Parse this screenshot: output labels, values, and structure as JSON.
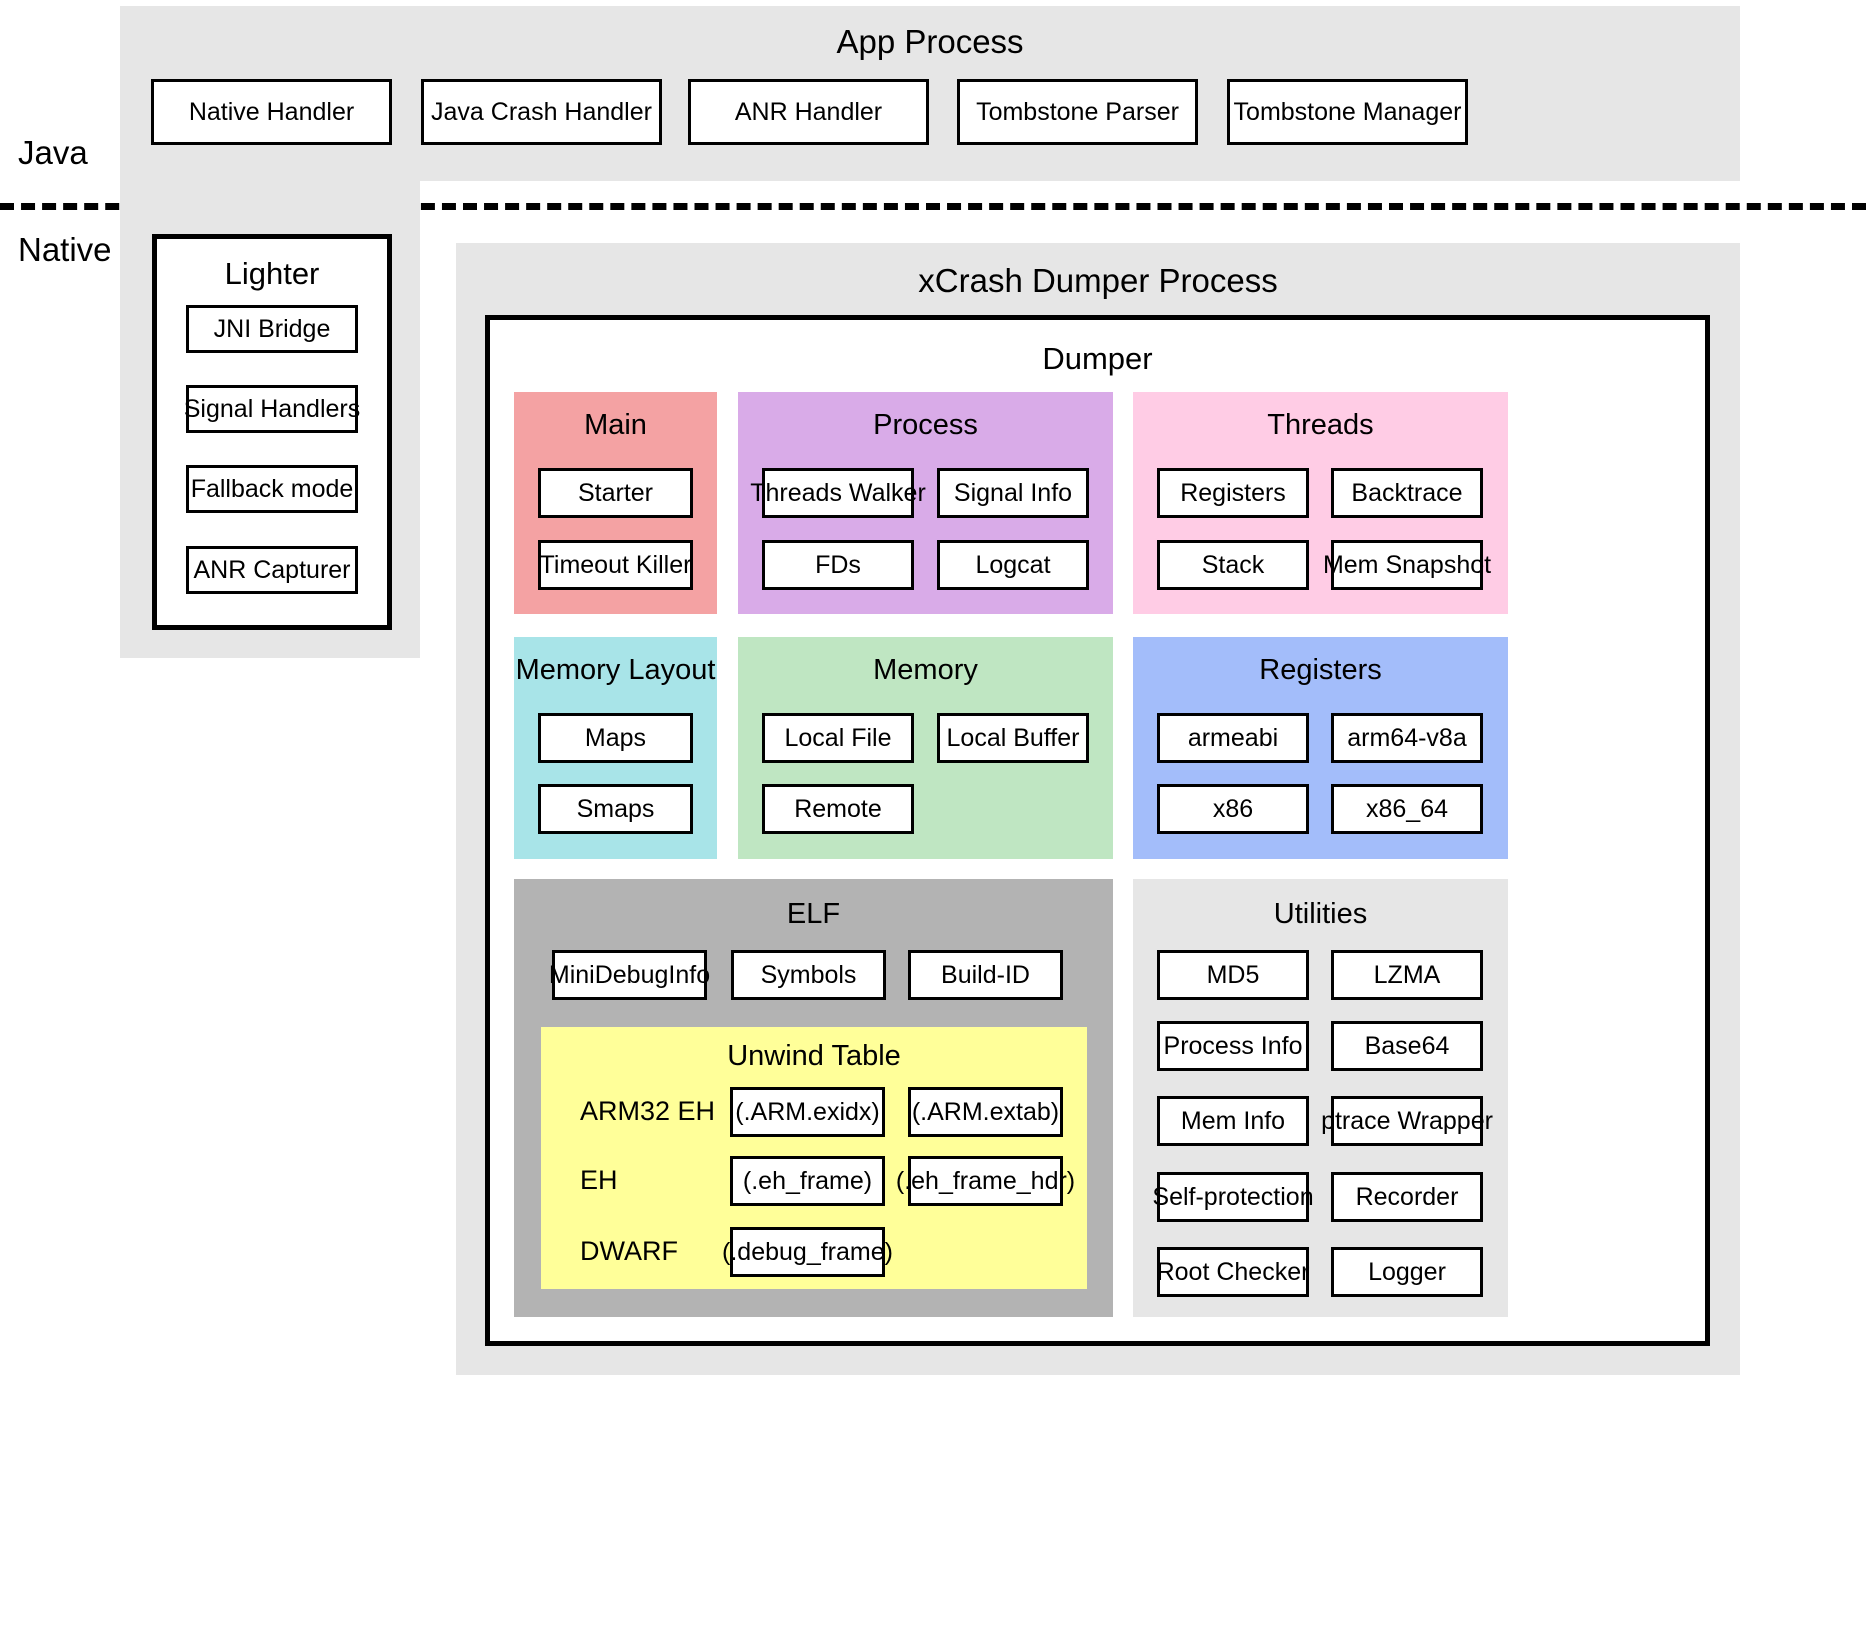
{
  "diagram": {
    "title": "xCrash architecture",
    "layer_labels": {
      "java": "Java",
      "native": "Native"
    },
    "colors": {
      "container_grey": "#e6e6e6",
      "main": "#f4a2a3",
      "process": "#d9abe8",
      "threads": "#ffcce5",
      "memory_layout": "#a8e4e8",
      "memory": "#bfe6c2",
      "registers": "#a3bdfa",
      "elf": "#b3b3b3",
      "unwind_table": "#ffff99",
      "utilities": "#e6e6e6",
      "node_fill": "#ffffff",
      "stroke": "#000000"
    }
  },
  "app_process": {
    "title": "App Process",
    "handlers": [
      {
        "label": "Native Handler"
      },
      {
        "label": "Java Crash Handler"
      },
      {
        "label": "ANR Handler"
      },
      {
        "label": "Tombstone Parser"
      },
      {
        "label": "Tombstone Manager"
      }
    ]
  },
  "lighter": {
    "title": "Lighter",
    "items": [
      {
        "label": "JNI Bridge"
      },
      {
        "label": "Signal Handlers"
      },
      {
        "label": "Fallback mode"
      },
      {
        "label": "ANR Capturer"
      }
    ]
  },
  "dumper_process": {
    "title": "xCrash Dumper Process",
    "dumper": {
      "title": "Dumper",
      "groups": {
        "main": {
          "title": "Main",
          "items": [
            {
              "label": "Starter"
            },
            {
              "label": "Timeout Killer"
            }
          ]
        },
        "process": {
          "title": "Process",
          "items": [
            {
              "label": "Threads Walker"
            },
            {
              "label": "Signal Info"
            },
            {
              "label": "FDs"
            },
            {
              "label": "Logcat"
            }
          ]
        },
        "threads": {
          "title": "Threads",
          "items": [
            {
              "label": "Registers"
            },
            {
              "label": "Backtrace"
            },
            {
              "label": "Stack"
            },
            {
              "label": "Mem Snapshot"
            }
          ]
        },
        "memory_layout": {
          "title": "Memory Layout",
          "items": [
            {
              "label": "Maps"
            },
            {
              "label": "Smaps"
            }
          ]
        },
        "memory": {
          "title": "Memory",
          "items": [
            {
              "label": "Local File"
            },
            {
              "label": "Local Buffer"
            },
            {
              "label": "Remote"
            }
          ]
        },
        "registers": {
          "title": "Registers",
          "items": [
            {
              "label": "armeabi"
            },
            {
              "label": "arm64-v8a"
            },
            {
              "label": "x86"
            },
            {
              "label": "x86_64"
            }
          ]
        },
        "elf": {
          "title": "ELF",
          "items": [
            {
              "label": "MiniDebugInfo"
            },
            {
              "label": "Symbols"
            },
            {
              "label": "Build-ID"
            }
          ],
          "unwind_table": {
            "title": "Unwind Table",
            "rows": [
              {
                "label": "ARM32 EH",
                "sections": [
                  "(.ARM.exidx)",
                  "(.ARM.extab)"
                ]
              },
              {
                "label": "EH",
                "sections": [
                  "(.eh_frame)",
                  "(.eh_frame_hdr)"
                ]
              },
              {
                "label": "DWARF",
                "sections": [
                  "(.debug_frame)"
                ]
              }
            ]
          }
        },
        "utilities": {
          "title": "Utilities",
          "items": [
            {
              "label": "MD5"
            },
            {
              "label": "LZMA"
            },
            {
              "label": "Process Info"
            },
            {
              "label": "Base64"
            },
            {
              "label": "Mem Info"
            },
            {
              "label": "ptrace Wrapper"
            },
            {
              "label": "Self-protection"
            },
            {
              "label": "Recorder"
            },
            {
              "label": "Root Checker"
            },
            {
              "label": "Logger"
            }
          ]
        }
      }
    }
  }
}
